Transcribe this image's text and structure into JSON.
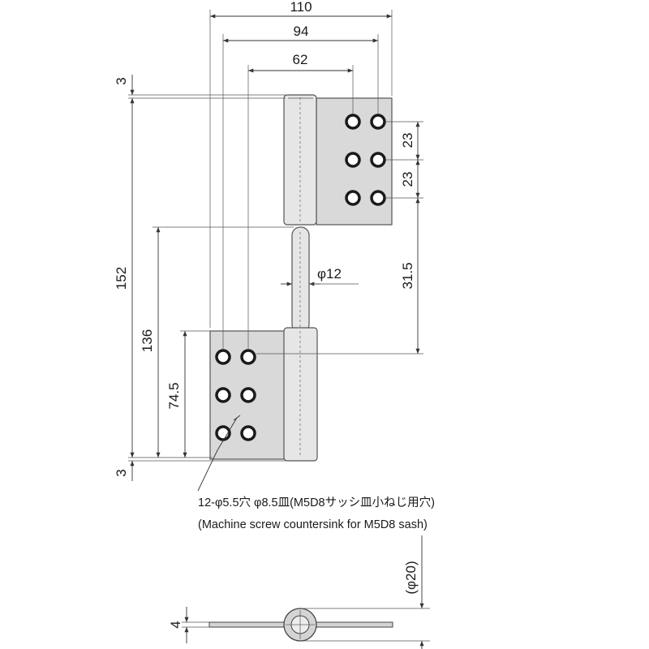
{
  "dimensions": {
    "width_total": "110",
    "width_94": "94",
    "width_62": "62",
    "top_offset": "3",
    "bottom_offset": "3",
    "height_total": "152",
    "height_136": "136",
    "height_74_5": "74.5",
    "pitch_1": "23",
    "pitch_2": "23",
    "span_31_5": "31.5",
    "pin_diameter": "φ12",
    "knuckle_diameter": "(φ20)",
    "thickness": "4"
  },
  "notes": {
    "hole_spec": "12-φ5.5穴 φ8.5皿(M5D8サッシ皿小ねじ用穴)",
    "hole_spec_en": "(Machine screw countersink for M5D8 sash)"
  }
}
